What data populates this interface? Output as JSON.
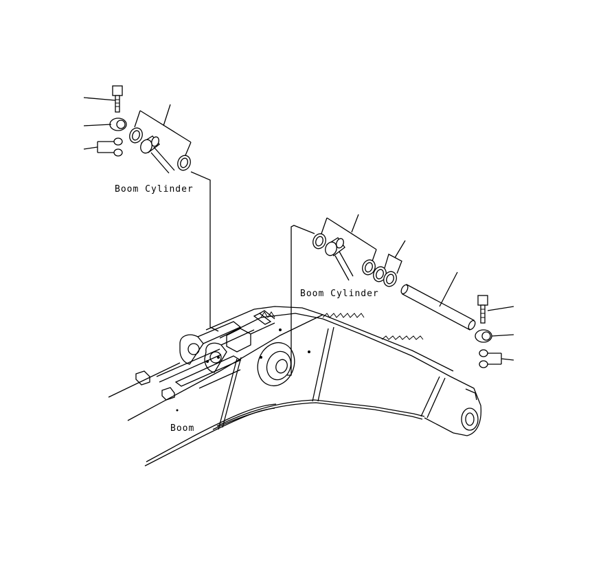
{
  "labels": {
    "boom_cylinder_top": "Boom Cylinder",
    "boom_cylinder_mid": "Boom Cylinder",
    "boom": "Boom"
  },
  "colors": {
    "line": "#000000",
    "background": "#ffffff"
  }
}
